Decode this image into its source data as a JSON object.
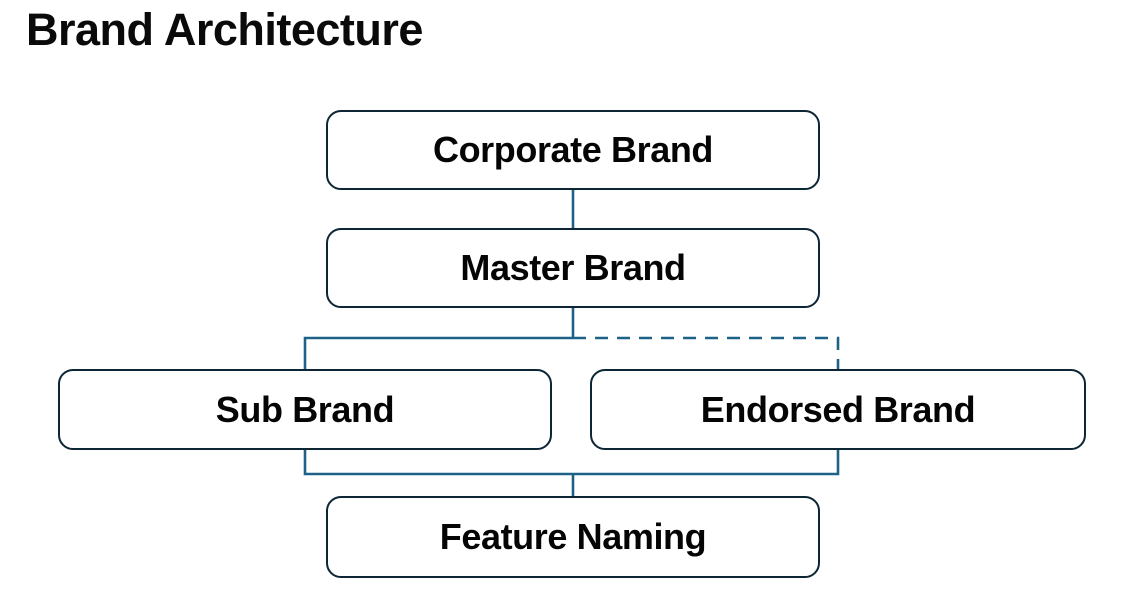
{
  "page": {
    "title": "Brand Architecture",
    "background_color": "#ffffff"
  },
  "theme": {
    "node_border_color": "#0d2635",
    "node_fill_color": "#ffffff",
    "connector_color": "#1f6287",
    "text_color": "#050505"
  },
  "diagram": {
    "type": "hierarchy",
    "nodes": [
      {
        "id": "corporate-brand",
        "label": "Corporate Brand",
        "level": 0
      },
      {
        "id": "master-brand",
        "label": "Master Brand",
        "level": 1
      },
      {
        "id": "sub-brand",
        "label": "Sub Brand",
        "level": 2
      },
      {
        "id": "endorsed-brand",
        "label": "Endorsed Brand",
        "level": 2
      },
      {
        "id": "feature-naming",
        "label": "Feature Naming",
        "level": 3
      }
    ],
    "edges": [
      {
        "from": "corporate-brand",
        "to": "master-brand",
        "style": "solid"
      },
      {
        "from": "master-brand",
        "to": "sub-brand",
        "style": "solid"
      },
      {
        "from": "master-brand",
        "to": "endorsed-brand",
        "style": "dashed"
      },
      {
        "from": "sub-brand",
        "to": "feature-naming",
        "style": "solid"
      },
      {
        "from": "endorsed-brand",
        "to": "feature-naming",
        "style": "solid"
      }
    ]
  }
}
